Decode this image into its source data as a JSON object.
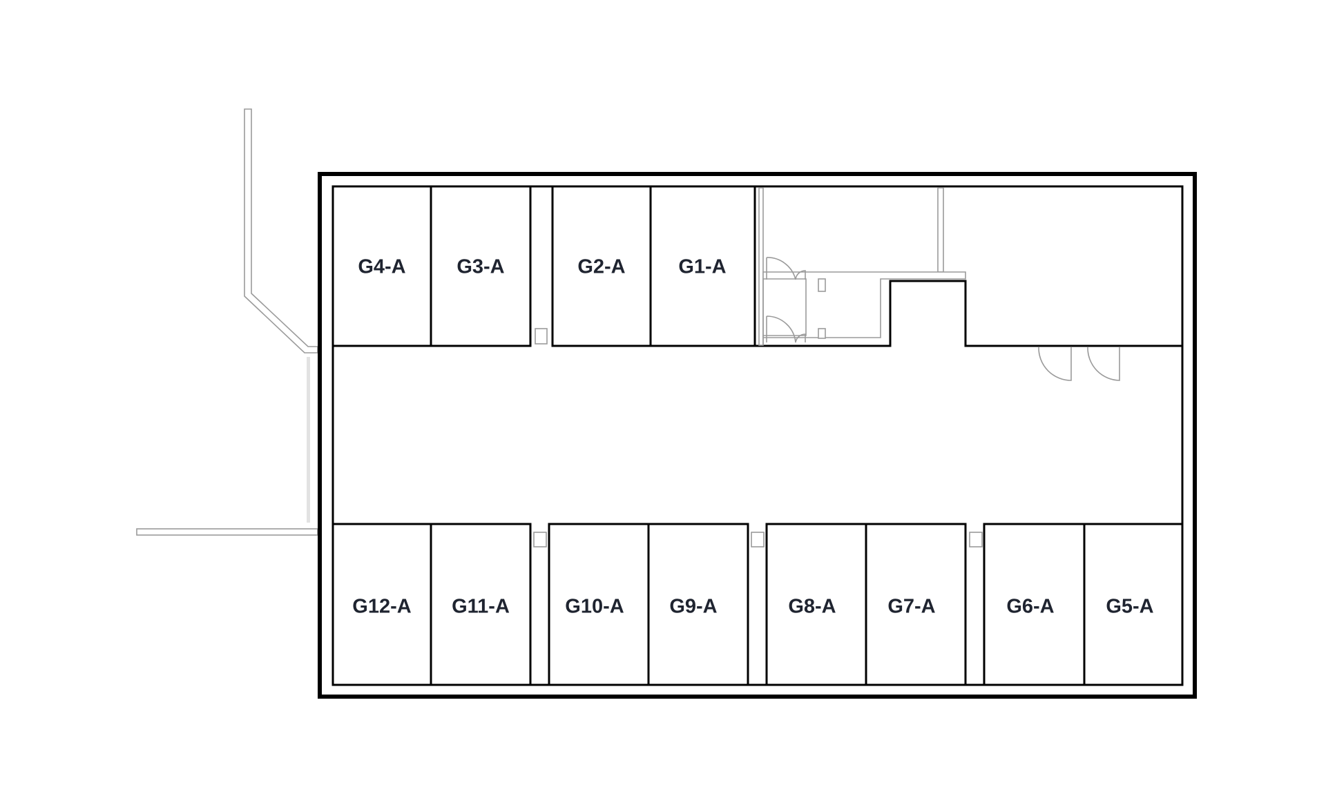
{
  "floor_plan": {
    "top_units": [
      "G4-A",
      "G3-A",
      "G2-A",
      "G1-A"
    ],
    "bottom_units": [
      "G12-A",
      "G11-A",
      "G10-A",
      "G9-A",
      "G8-A",
      "G7-A",
      "G6-A",
      "G5-A"
    ]
  }
}
